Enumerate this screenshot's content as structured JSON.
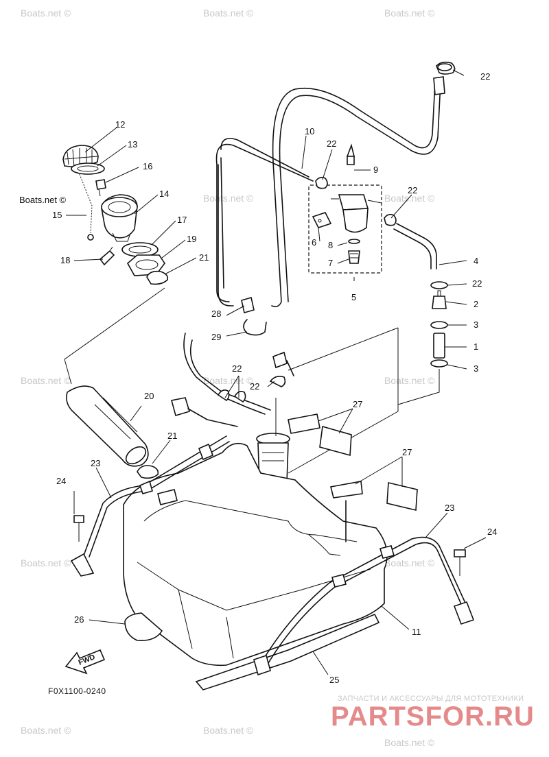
{
  "watermark_text": "Boats.net ©",
  "diagram_code": "F0X1100-0240",
  "direction_label": "FWD",
  "brand": {
    "tagline": "ЗАПЧАСТИ И АКСЕССУАРЫ ДЛЯ МОТОТЕХНИКИ",
    "logo": "PARTSFOR.RU"
  },
  "callouts": [
    "1",
    "2",
    "3",
    "4",
    "5",
    "6",
    "7",
    "8",
    "9",
    "10",
    "11",
    "12",
    "13",
    "14",
    "15",
    "16",
    "17",
    "18",
    "19",
    "20",
    "21",
    "22",
    "23",
    "24",
    "25",
    "26",
    "27",
    "28",
    "29"
  ]
}
